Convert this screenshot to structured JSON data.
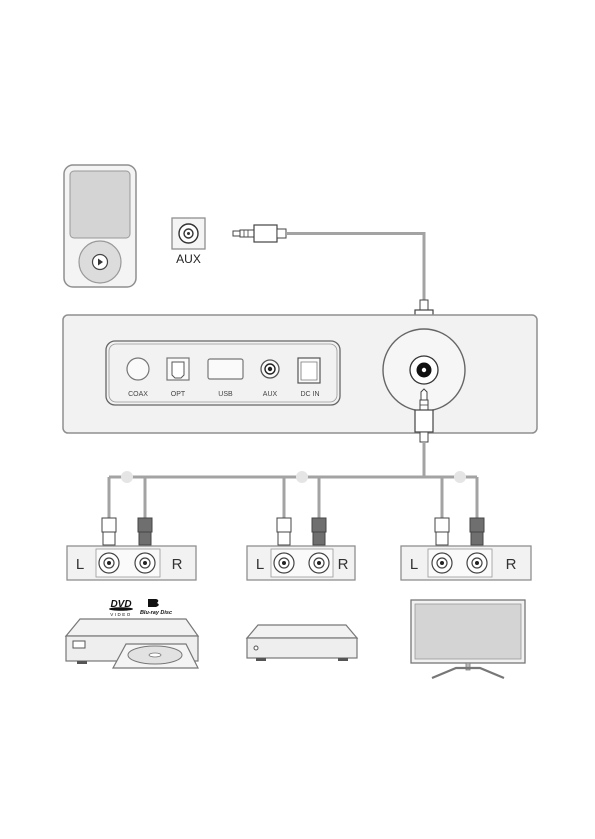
{
  "aux_jack_label": "AUX",
  "panel_ports": {
    "coax": "COAX",
    "opt": "OPT",
    "usb": "USB",
    "aux": "AUX",
    "dc_in": "DC IN"
  },
  "rca_boxes": [
    {
      "left": "L",
      "right": "R"
    },
    {
      "left": "L",
      "right": "R"
    },
    {
      "left": "L",
      "right": "R"
    }
  ],
  "dvd_logo": {
    "line1": "DVD",
    "line2": "VIDEO"
  },
  "bluray_logo": "Blu-ray Disc",
  "colors": {
    "outline": "#9a9a9a",
    "device_fill": "#f2f2f2",
    "screen_fill": "#d7d7d7",
    "cable": "#a3a3a3",
    "red_plug": "#6f6f6f",
    "white_plug": "#ffffff"
  }
}
